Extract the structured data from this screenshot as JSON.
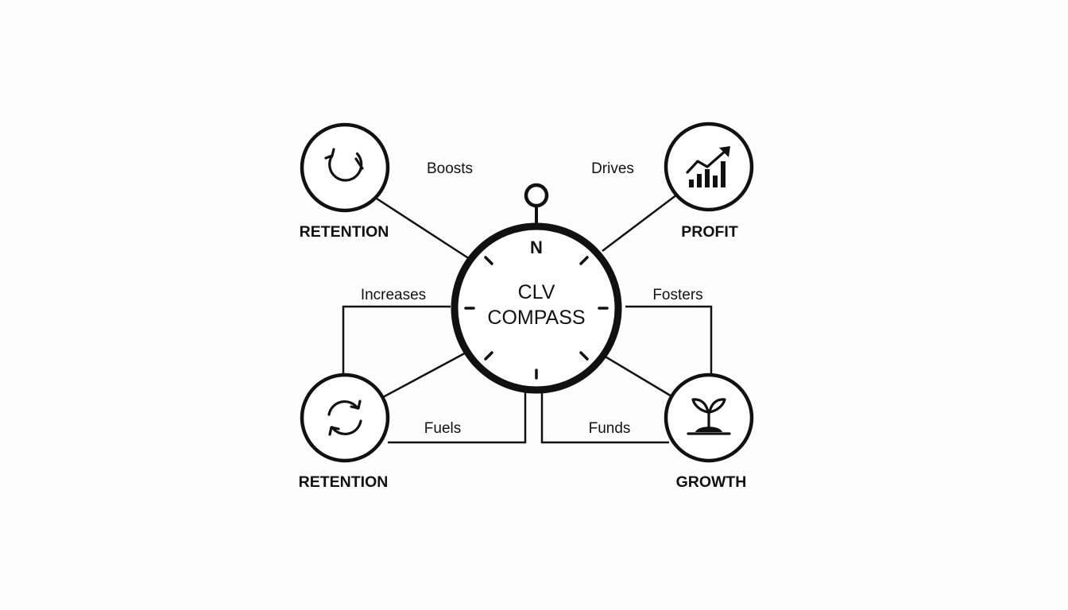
{
  "center": {
    "line1": "CLV",
    "line2": "COMPASS",
    "north_marker": "N"
  },
  "nodes": {
    "top_left": {
      "label": "RETENTION",
      "icon": "cycle-arrow-icon"
    },
    "top_right": {
      "label": "PROFIT",
      "icon": "rising-bar-chart-icon"
    },
    "bottom_left": {
      "label": "RETENTION",
      "icon": "refresh-arrows-icon"
    },
    "bottom_right": {
      "label": "GROWTH",
      "icon": "sprout-icon"
    }
  },
  "edges": {
    "boosts": "Boosts",
    "drives": "Drives",
    "increases": "Increases",
    "fosters": "Fosters",
    "fuels": "Fuels",
    "funds": "Funds"
  }
}
